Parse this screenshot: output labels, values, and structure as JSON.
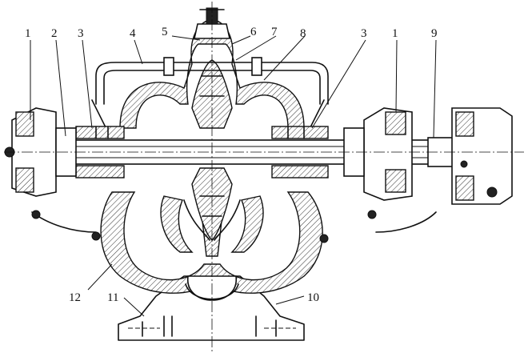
{
  "figure": {
    "callouts": [
      "1",
      "2",
      "3",
      "4",
      "5",
      "6",
      "7",
      "8",
      "3",
      "1",
      "9",
      "10",
      "11",
      "12"
    ]
  }
}
